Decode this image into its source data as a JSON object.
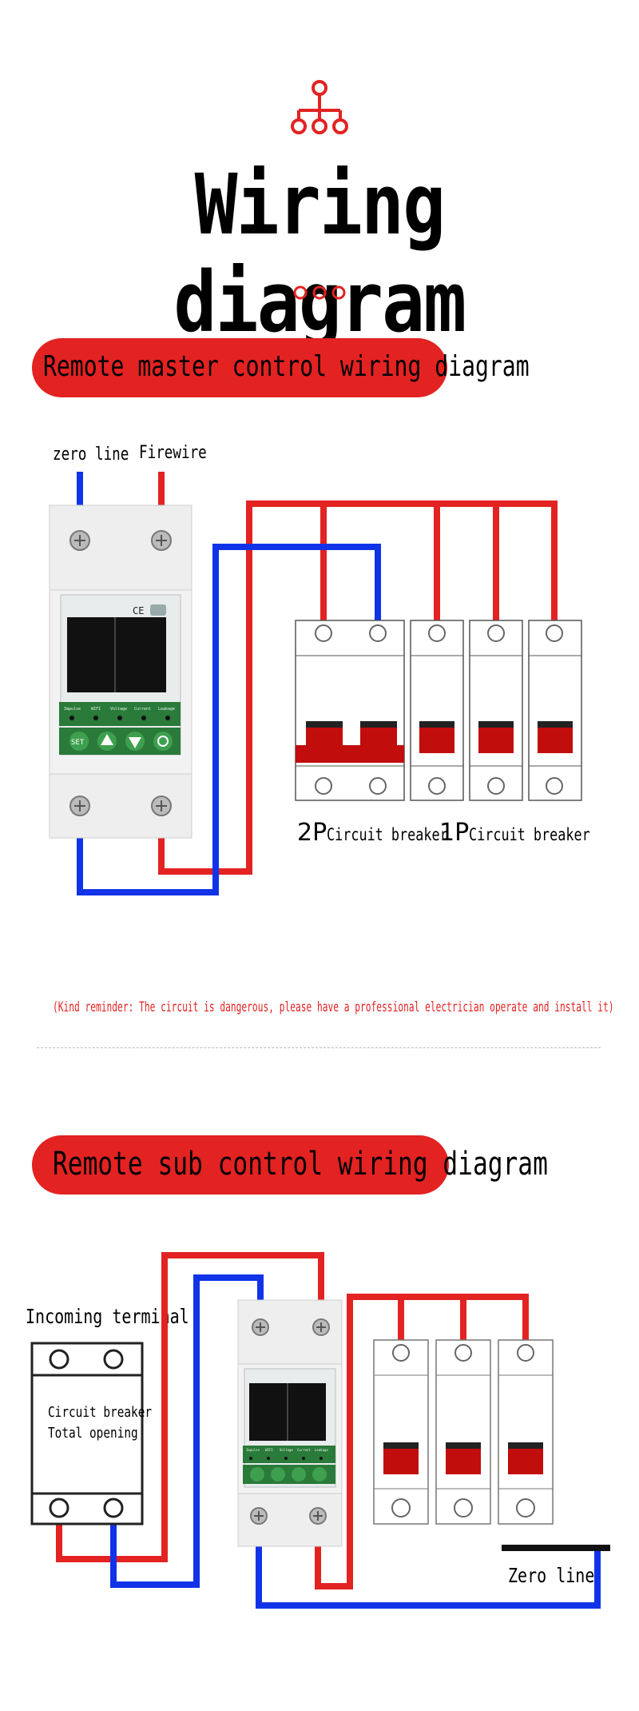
{
  "title": "Wiring diagram",
  "section1": {
    "banner": "Remote master control wiring diagram",
    "label_zero": "zero line",
    "label_fire": "Firewire",
    "label_2p_prefix": "2P",
    "label_2p_text": "Circuit breaker",
    "label_1p_prefix": "1P",
    "label_1p_text": "Circuit breaker",
    "meter_labels": [
      "Impulse",
      "WIFI",
      "Voltage",
      "Current",
      "Leakage"
    ],
    "meter_btn_set": "SET",
    "reminder": "(Kind reminder: The circuit is dangerous, please have a professional electrician operate and install it)"
  },
  "section2": {
    "banner": "Remote sub control wiring diagram",
    "label_incoming": "Incoming terminal",
    "breaker_text_1": "Circuit breaker",
    "breaker_text_2": "Total opening",
    "label_zero": "Zero line",
    "meter_labels": [
      "Impulse",
      "WIFI",
      "Voltage",
      "Current",
      "Leakage"
    ]
  },
  "colors": {
    "accent_red": "#e32222",
    "wire_blue": "#1133e8",
    "breaker_red": "#c20d0d"
  },
  "icons": [
    "hierarchy-icon",
    "three-dots-icon",
    "ce-mark-icon",
    "wifi-badge-icon",
    "up-arrow-icon",
    "down-arrow-icon",
    "power-icon"
  ]
}
